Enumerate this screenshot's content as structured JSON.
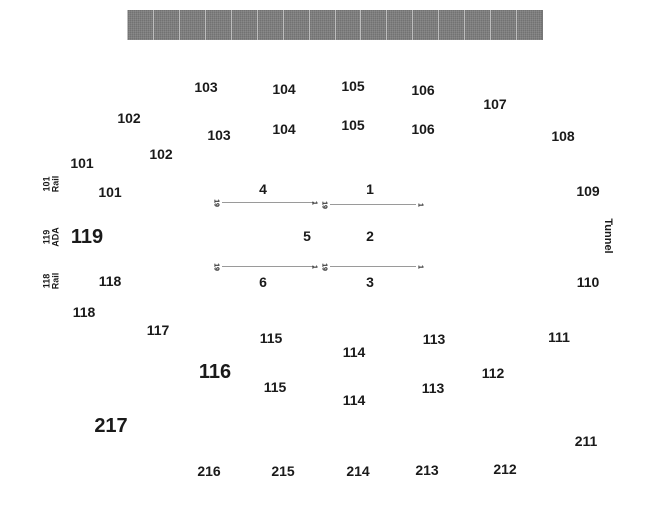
{
  "stage_segments": 16,
  "sections": [
    {
      "id": "s103a",
      "label": "103"
    },
    {
      "id": "s104a",
      "label": "104"
    },
    {
      "id": "s105a",
      "label": "105"
    },
    {
      "id": "s106a",
      "label": "106"
    },
    {
      "id": "s107",
      "label": "107"
    },
    {
      "id": "s102a",
      "label": "102"
    },
    {
      "id": "s103b",
      "label": "103"
    },
    {
      "id": "s104b",
      "label": "104"
    },
    {
      "id": "s105b",
      "label": "105"
    },
    {
      "id": "s106b",
      "label": "106"
    },
    {
      "id": "s108",
      "label": "108"
    },
    {
      "id": "s102b",
      "label": "102"
    },
    {
      "id": "s101a",
      "label": "101"
    },
    {
      "id": "s101b",
      "label": "101"
    },
    {
      "id": "s4",
      "label": "4"
    },
    {
      "id": "s1",
      "label": "1"
    },
    {
      "id": "s109",
      "label": "109"
    },
    {
      "id": "s119",
      "label": "119"
    },
    {
      "id": "s5",
      "label": "5"
    },
    {
      "id": "s2",
      "label": "2"
    },
    {
      "id": "s118a",
      "label": "118"
    },
    {
      "id": "s6",
      "label": "6"
    },
    {
      "id": "s3",
      "label": "3"
    },
    {
      "id": "s110",
      "label": "110"
    },
    {
      "id": "s118b",
      "label": "118"
    },
    {
      "id": "s117",
      "label": "117"
    },
    {
      "id": "s115a",
      "label": "115"
    },
    {
      "id": "s114a",
      "label": "114"
    },
    {
      "id": "s113a",
      "label": "113"
    },
    {
      "id": "s111",
      "label": "111"
    },
    {
      "id": "s116",
      "label": "116"
    },
    {
      "id": "s112",
      "label": "112"
    },
    {
      "id": "s115b",
      "label": "115"
    },
    {
      "id": "s113b",
      "label": "113"
    },
    {
      "id": "s114b",
      "label": "114"
    },
    {
      "id": "s217",
      "label": "217"
    },
    {
      "id": "s211",
      "label": "211"
    },
    {
      "id": "s216",
      "label": "216"
    },
    {
      "id": "s215",
      "label": "215"
    },
    {
      "id": "s214",
      "label": "214"
    },
    {
      "id": "s213",
      "label": "213"
    },
    {
      "id": "s212",
      "label": "212"
    }
  ],
  "side_labels": {
    "rail_101": "101\nRail",
    "ada_119": "119\nADA",
    "rail_118": "118\nRail",
    "tunnel": "Tunnel"
  },
  "row_numbers": {
    "row_start": "19",
    "row_end": "1"
  }
}
